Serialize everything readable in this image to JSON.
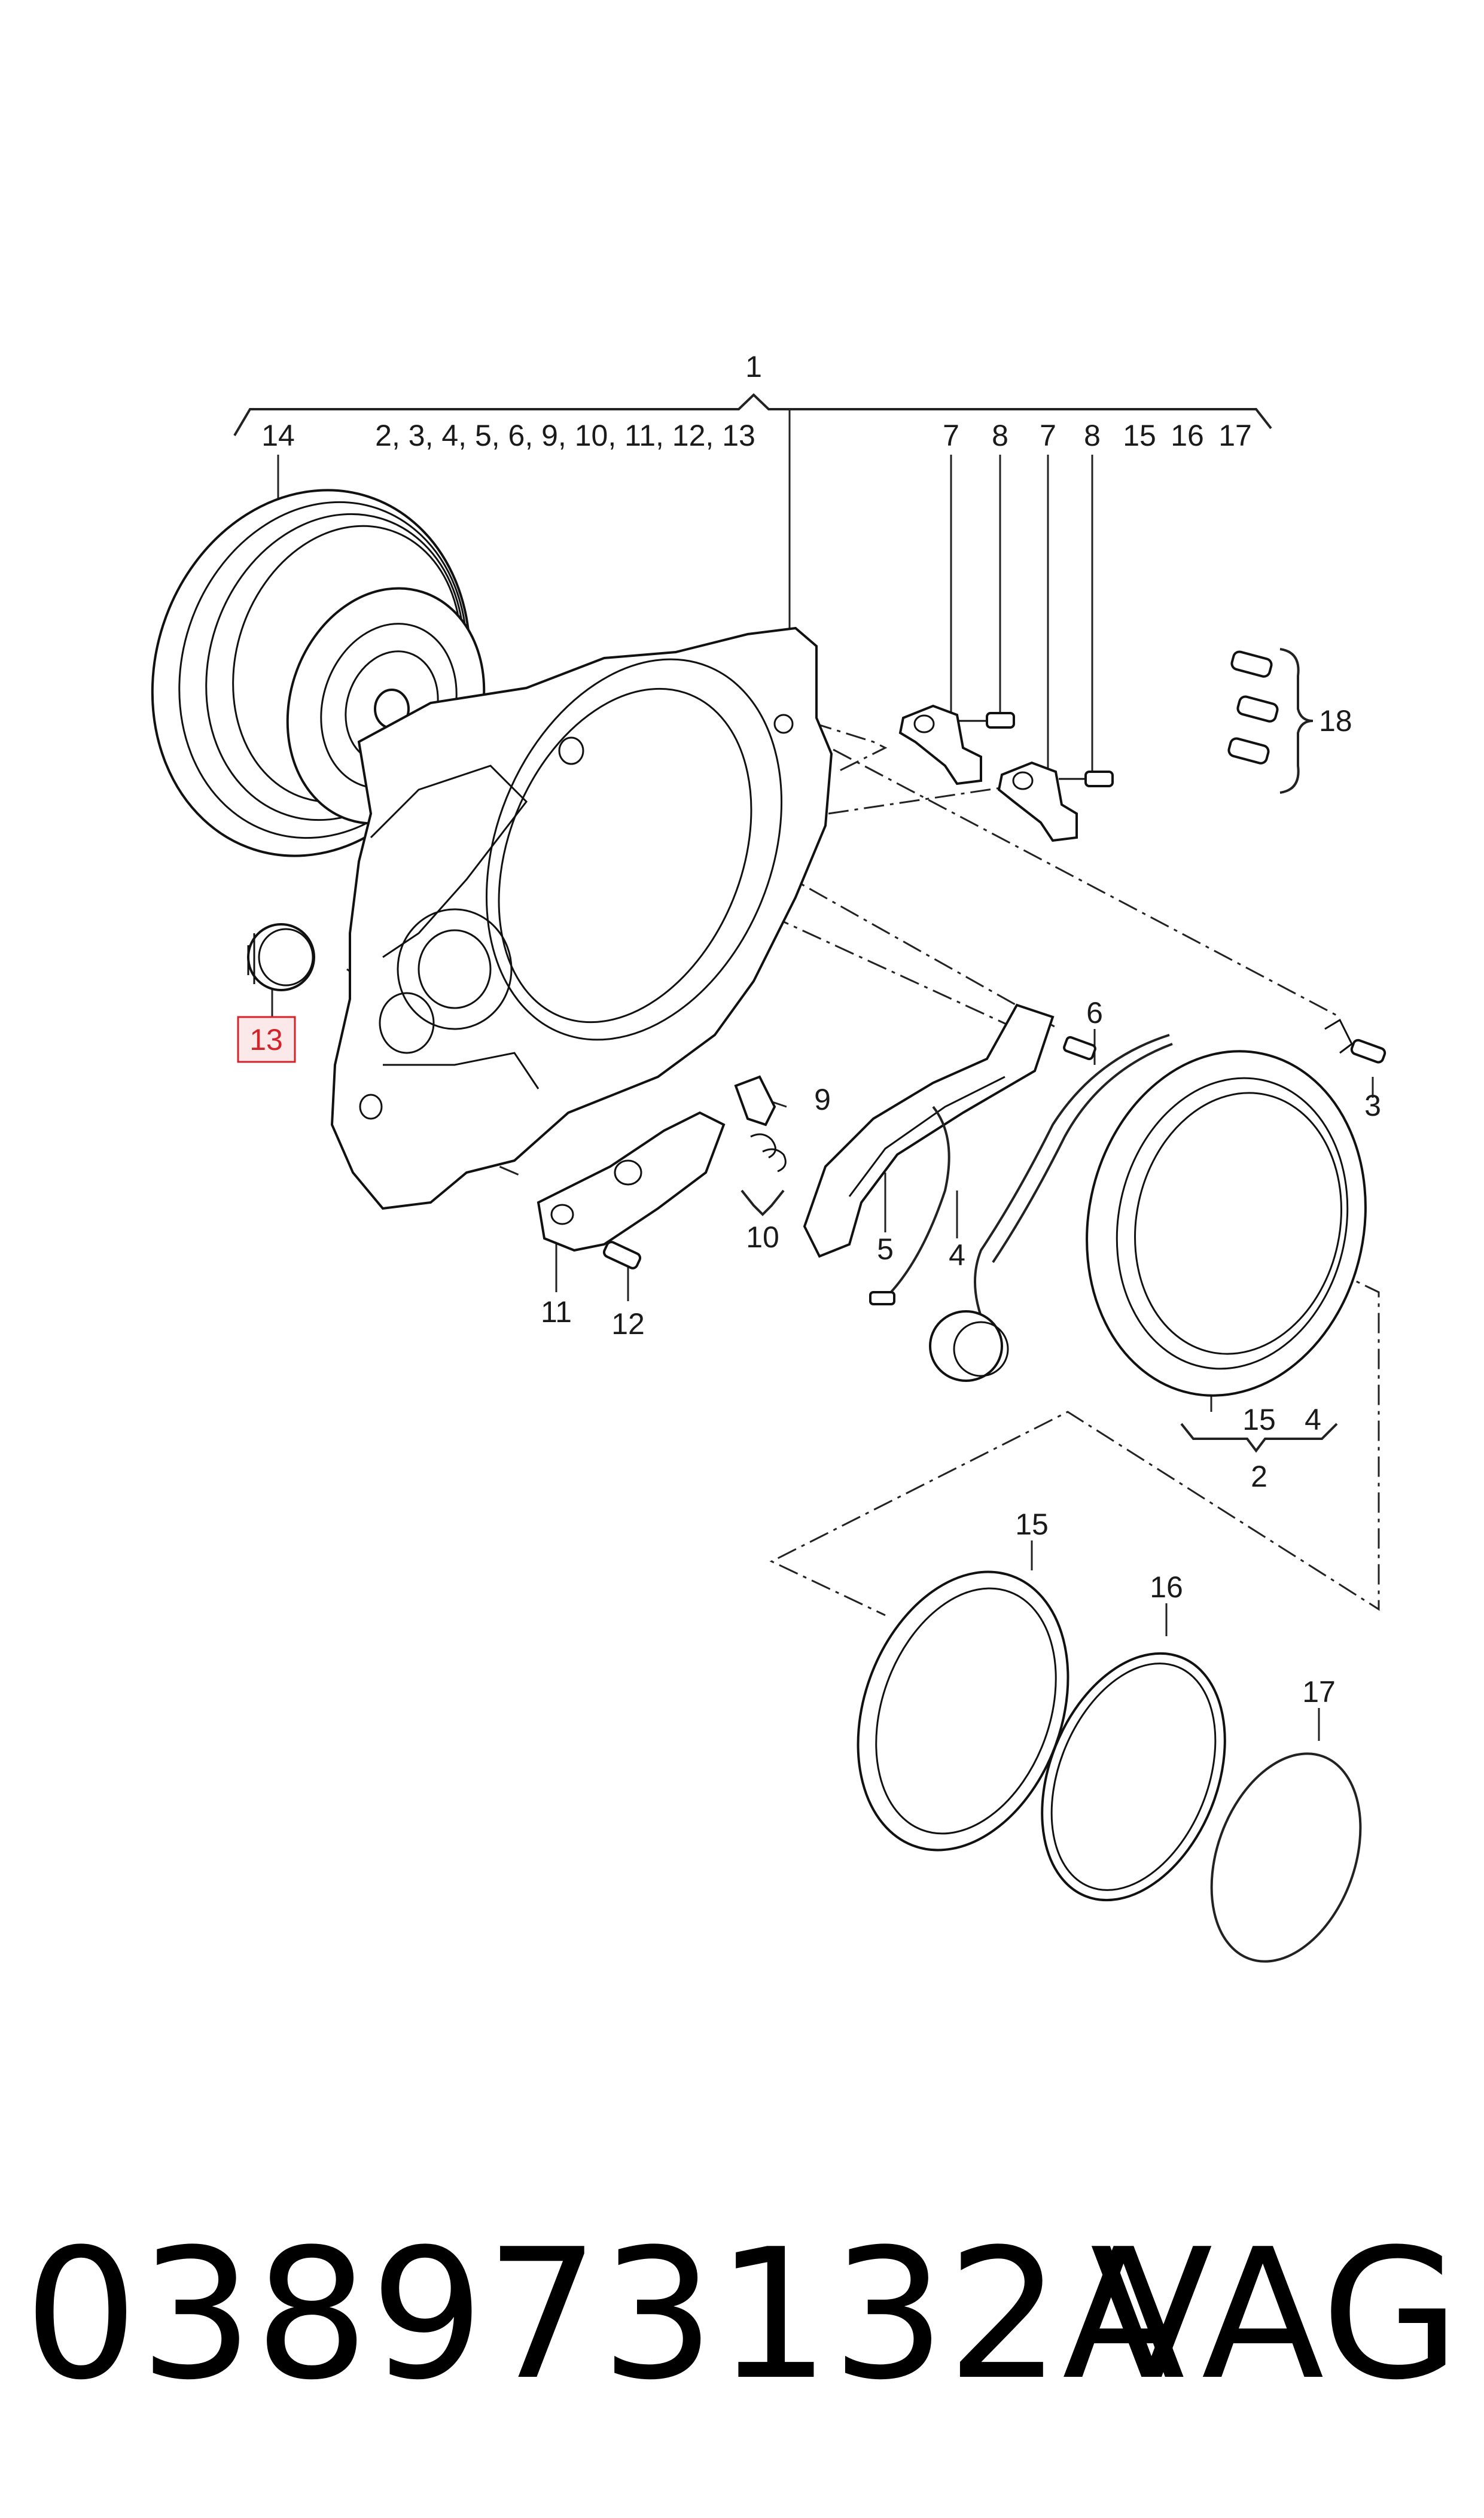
{
  "labels": {
    "top_1": "1",
    "group_14": "14",
    "group_list": "2, 3, 4, 5, 6, 9, 10, 11, 12, 13",
    "top_7a": "7",
    "top_8a": "8",
    "top_7b": "7",
    "top_8b": "8",
    "top_15": "15",
    "top_16": "16",
    "top_17": "17",
    "l18": "18",
    "l13": "13",
    "l6": "6",
    "l3": "3",
    "l9": "9",
    "l10": "10",
    "l5": "5",
    "l4": "4",
    "l11": "11",
    "l12": "12",
    "sub_15": "15",
    "sub_4": "4",
    "sub_2": "2",
    "ring_15": "15",
    "ring_16": "16",
    "ring_17": "17"
  },
  "highlight_color": "#d2232a",
  "part_number": "038973132A",
  "brand": "VAG"
}
